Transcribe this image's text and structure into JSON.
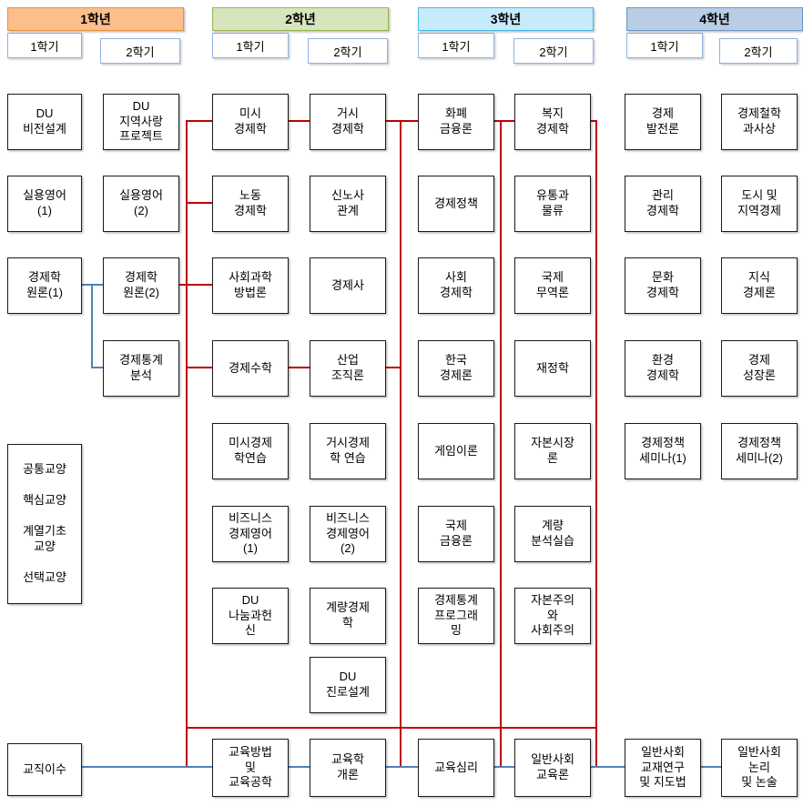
{
  "years": [
    {
      "label": "1학년",
      "semester1": "1학기",
      "semester2": "2학기",
      "fill": "#FBBE8C",
      "border": "#E8913B"
    },
    {
      "label": "2학년",
      "semester1": "1학기",
      "semester2": "2학기",
      "fill": "#D7E4BD",
      "border": "#94B64E"
    },
    {
      "label": "3학년",
      "semester1": "1학기",
      "semester2": "2학기",
      "fill": "#C7EBFA",
      "border": "#45B9E8"
    },
    {
      "label": "4학년",
      "semester1": "1학기",
      "semester2": "2학기",
      "fill": "#B9CDE5",
      "border": "#6A93C3"
    }
  ],
  "colors": {
    "prerequisite_line_red": "#C00000",
    "sequence_line_blue": "#4F81BD",
    "box_border": "#1A1A1A"
  },
  "courses": {
    "y1s1": {
      "vision": "DU\n비전설계",
      "english1": "실용영어\n(1)",
      "principles1": "경제학\n원론(1)",
      "liberal_arts": "공통교양\n\n핵심교양\n\n계열기초\n교양\n\n선택교양",
      "teaching_track": "교직이수"
    },
    "y1s2": {
      "du_project": "DU\n지역사랑\n프로젝트",
      "english2": "실용영어\n(2)",
      "principles2": "경제학\n원론(2)",
      "statistics": "경제통계\n분석"
    },
    "y2s1": {
      "micro": "미시\n경제학",
      "labor": "노동\n경제학",
      "methodology": "사회과학\n방법론",
      "math": "경제수학",
      "micro_practice": "미시경제\n학연습",
      "biz_english1": "비즈니스\n경제영어\n(1)",
      "du_sharing": "DU\n나눔과헌\n신",
      "edu_method": "교육방법\n및\n교육공학"
    },
    "y2s2": {
      "macro": "거시\n경제학",
      "labor_relations": "신노사\n관계",
      "history": "경제사",
      "industrial": "산업\n조직론",
      "macro_practice": "거시경제\n학 연습",
      "biz_english2": "비즈니스\n경제영어\n(2)",
      "econometrics": "계량경제\n학",
      "du_career": "DU\n진로설계",
      "edu_intro": "교육학\n개론"
    },
    "y3s1": {
      "money_finance": "화폐\n금융론",
      "policy": "경제정책",
      "social_econ": "사회\n경제학",
      "korean_econ": "한국\n경제론",
      "game_theory": "게임이론",
      "intl_finance": "국제\n금융론",
      "stats_programming": "경제통계\n프로그래\n밍",
      "edu_psychology": "교육심리"
    },
    "y3s2": {
      "welfare": "복지\n경제학",
      "distribution": "유통과\n물류",
      "intl_trade": "국제\n무역론",
      "public_finance": "재정학",
      "capital_market": "자본시장\n론",
      "quant_practice": "계량\n분석실습",
      "capitalism": "자본주의\n와\n사회주의",
      "social_studies_edu": "일반사회\n교육론"
    },
    "y4s1": {
      "development": "경제\n발전론",
      "managerial": "관리\n경제학",
      "cultural": "문화\n경제학",
      "environmental": "환경\n경제학",
      "seminar1": "경제정책\n세미나(1)",
      "teaching_materials": "일반사회\n교재연구\n및 지도법"
    },
    "y4s2": {
      "philosophy": "경제철학\n과사상",
      "urban_regional": "도시 및\n지역경제",
      "knowledge_econ": "지식\n경제론",
      "growth": "경제\n성장론",
      "seminar2": "경제정책\n세미나(2)",
      "logic_essay": "일반사회\n논리\n및 논술"
    }
  }
}
